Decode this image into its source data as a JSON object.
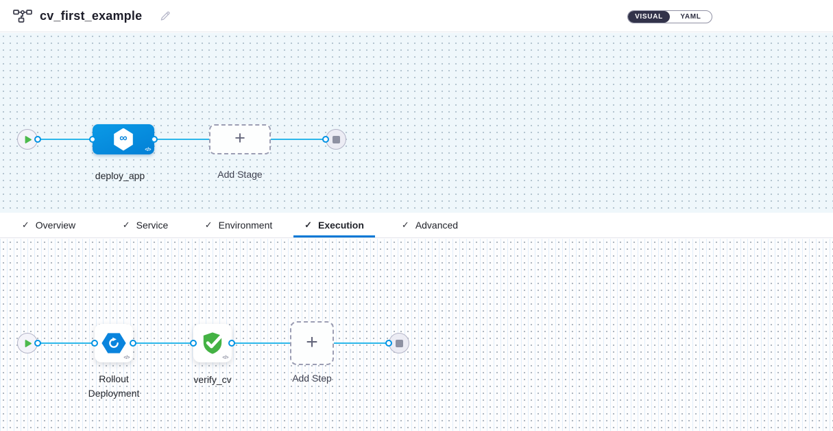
{
  "header": {
    "title": "cv_first_example",
    "view_toggle": {
      "options": [
        "VISUAL",
        "YAML"
      ],
      "selected": "VISUAL"
    }
  },
  "stage_pipeline": {
    "stage_name": "deploy_app",
    "add_stage_label": "Add Stage"
  },
  "tabs": [
    {
      "label": "Overview",
      "checked": true,
      "active": false
    },
    {
      "label": "Service",
      "checked": true,
      "active": false
    },
    {
      "label": "Environment",
      "checked": true,
      "active": false
    },
    {
      "label": "Execution",
      "checked": true,
      "active": true
    },
    {
      "label": "Advanced",
      "checked": true,
      "active": false
    }
  ],
  "execution": {
    "steps": [
      {
        "name": "Rollout Deployment",
        "icon": "rollout-deployment-icon"
      },
      {
        "name": "verify_cv",
        "icon": "verify-shield-icon"
      }
    ],
    "add_step_label": "Add Step"
  },
  "glyphs": {
    "check": "✓",
    "plus": "+",
    "code": "</>",
    "infinity": "∞"
  },
  "colors": {
    "node_blue": "#0092e4",
    "connector_blue": "#2bb7ea",
    "tab_underline_blue": "#0278d5",
    "play_green": "#4dba4d",
    "shield_green": "#44b244",
    "toggle_dark": "#32334a"
  }
}
